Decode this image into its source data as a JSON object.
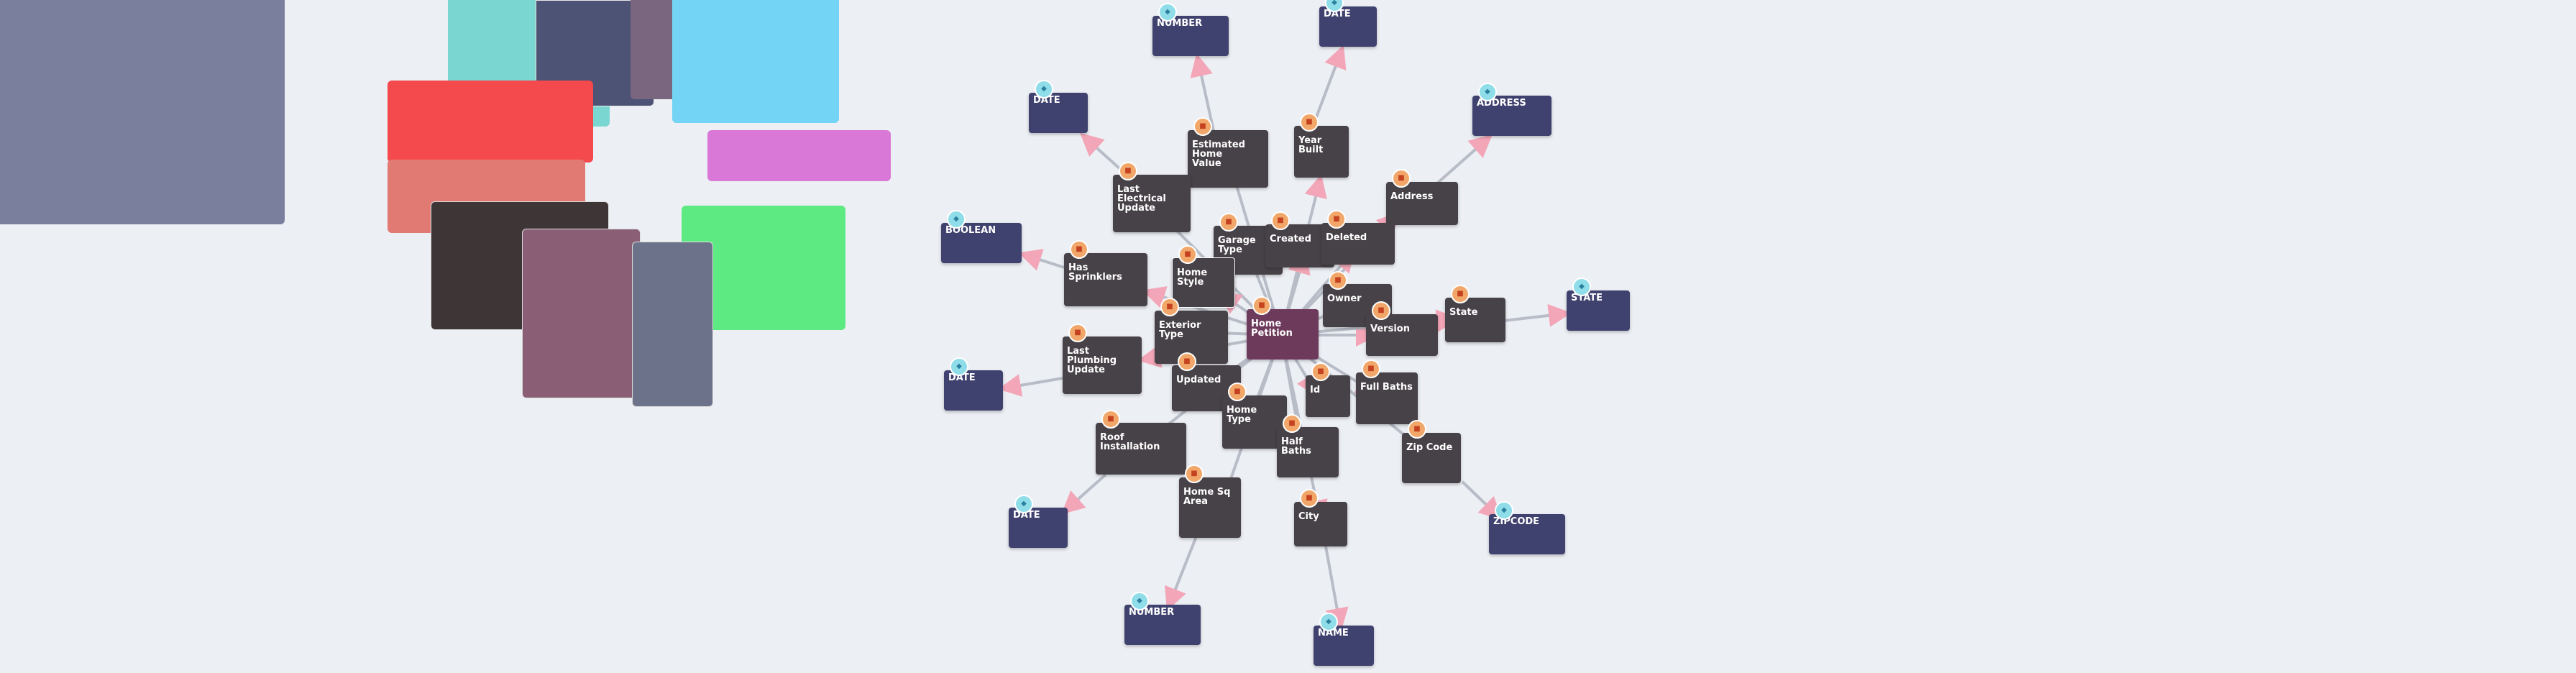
{
  "center": {
    "label": "Home Petition"
  },
  "properties": [
    {
      "id": "estimated-home-value",
      "label": "Estimated Home Value"
    },
    {
      "id": "year-built",
      "label": "Year Built"
    },
    {
      "id": "last-electrical-update",
      "label": "Last Electrical Update"
    },
    {
      "id": "address",
      "label": "Address"
    },
    {
      "id": "garage-type",
      "label": "Garage Type"
    },
    {
      "id": "created",
      "label": "Created"
    },
    {
      "id": "deleted",
      "label": "Deleted"
    },
    {
      "id": "has-sprinklers",
      "label": "Has Sprinklers"
    },
    {
      "id": "home-style",
      "label": "Home Style"
    },
    {
      "id": "owner",
      "label": "Owner"
    },
    {
      "id": "exterior-type",
      "label": "Exterior Type"
    },
    {
      "id": "version",
      "label": "Version"
    },
    {
      "id": "state",
      "label": "State"
    },
    {
      "id": "last-plumbing-update",
      "label": "Last Plumbing Update"
    },
    {
      "id": "updated",
      "label": "Updated"
    },
    {
      "id": "id",
      "label": "Id"
    },
    {
      "id": "full-baths",
      "label": "Full Baths"
    },
    {
      "id": "home-type",
      "label": "Home Type"
    },
    {
      "id": "roof-installation",
      "label": "Roof Installation"
    },
    {
      "id": "half-baths",
      "label": "Half Baths"
    },
    {
      "id": "zip-code",
      "label": "Zip Code"
    },
    {
      "id": "home-sq-area",
      "label": "Home Sq Area"
    },
    {
      "id": "city",
      "label": "City"
    }
  ],
  "types": [
    {
      "id": "type-number-top",
      "label": "NUMBER"
    },
    {
      "id": "type-date-top",
      "label": "DATE"
    },
    {
      "id": "type-date-left",
      "label": "DATE"
    },
    {
      "id": "type-address",
      "label": "ADDRESS"
    },
    {
      "id": "type-boolean",
      "label": "BOOLEAN"
    },
    {
      "id": "type-state",
      "label": "STATE"
    },
    {
      "id": "type-date-mid",
      "label": "DATE"
    },
    {
      "id": "type-date-low",
      "label": "DATE"
    },
    {
      "id": "type-zipcode",
      "label": "ZIPCODE"
    },
    {
      "id": "type-number-bottom",
      "label": "NUMBER"
    },
    {
      "id": "type-name",
      "label": "NAME"
    }
  ],
  "icons": {
    "property": "cube-icon",
    "type": "tag-icon"
  },
  "colors": {
    "background": "#eceff4",
    "property_node": "#474247",
    "type_node": "#3f416e",
    "center_node": "#6e3a5c",
    "edge": "#b8bcc6",
    "arrow": "#f3a6b8"
  }
}
